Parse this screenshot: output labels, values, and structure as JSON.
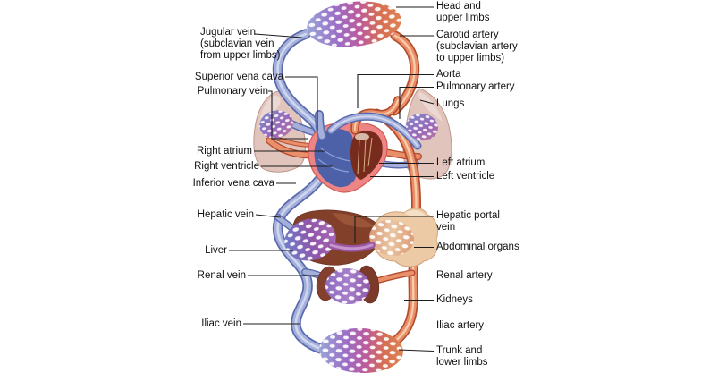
{
  "figure": {
    "title": "Cardiovascular system circulation diagram",
    "background": "#ffffff",
    "colors": {
      "artery": "#e98f69",
      "vein": "#a4b0da",
      "capillary_purple": "#9b74c6",
      "lung": "#e1c4bb",
      "liver": "#82402a",
      "kidney": "#84402f",
      "abdominal_organ": "#eccaa6",
      "heart_muscle": "#ee8484",
      "heart_right_chambers": "#4d61a9",
      "heart_left_chambers": "#772b1c",
      "leader_line": "#1b1b1b",
      "text": "#111111"
    },
    "labels_left": [
      {
        "id": "jugular-vein",
        "text": "Jugular vein\n(subclavian vein\nfrom upper limbs)"
      },
      {
        "id": "superior-vena-cava",
        "text": "Superior vena cava"
      },
      {
        "id": "pulmonary-vein",
        "text": "Pulmonary vein"
      },
      {
        "id": "right-atrium",
        "text": "Right atrium"
      },
      {
        "id": "right-ventricle",
        "text": "Right ventricle"
      },
      {
        "id": "inferior-vena-cava",
        "text": "Inferior vena cava"
      },
      {
        "id": "hepatic-vein",
        "text": "Hepatic vein"
      },
      {
        "id": "liver",
        "text": "Liver"
      },
      {
        "id": "renal-vein",
        "text": "Renal vein"
      },
      {
        "id": "iliac-vein",
        "text": "Iliac vein"
      }
    ],
    "labels_right": [
      {
        "id": "head-and-upper-limbs",
        "text": "Head and\nupper limbs"
      },
      {
        "id": "carotid-artery",
        "text": "Carotid artery\n(subclavian artery\nto upper limbs)"
      },
      {
        "id": "aorta",
        "text": "Aorta"
      },
      {
        "id": "pulmonary-artery",
        "text": "Pulmonary artery"
      },
      {
        "id": "lungs",
        "text": "Lungs"
      },
      {
        "id": "left-atrium",
        "text": "Left atrium"
      },
      {
        "id": "left-ventricle",
        "text": "Left ventricle"
      },
      {
        "id": "hepatic-portal-vein",
        "text": "Hepatic portal\nvein"
      },
      {
        "id": "abdominal-organs",
        "text": "Abdominal organs"
      },
      {
        "id": "renal-artery",
        "text": "Renal artery"
      },
      {
        "id": "kidneys",
        "text": "Kidneys"
      },
      {
        "id": "iliac-artery",
        "text": "Iliac artery"
      },
      {
        "id": "trunk-and-lower-limbs",
        "text": "Trunk and\nlower limbs"
      }
    ]
  }
}
